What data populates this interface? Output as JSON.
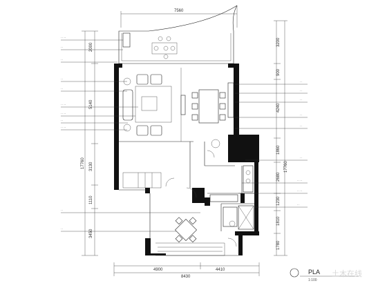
{
  "dimensions": {
    "top_overall": "7560",
    "bottom_left": "4900",
    "bottom_right": "4410",
    "bottom_overall": "8430",
    "left_upper": "2000",
    "left_mid1": "5140",
    "left_mid2": "3130",
    "left_mid3": "1110",
    "left_lower": "3450",
    "left_overall": "17760",
    "right_upper": "3200",
    "right_mid1": "900",
    "right_mid2": "4240",
    "right_mid3": "1860",
    "right_mid4": "2680",
    "right_mid5": "1230",
    "right_mid6": "1810",
    "right_lower": "1780",
    "right_overall": "17760"
  },
  "title": {
    "main": "PLA",
    "sub": "1:100"
  },
  "watermark": "土木在线"
}
